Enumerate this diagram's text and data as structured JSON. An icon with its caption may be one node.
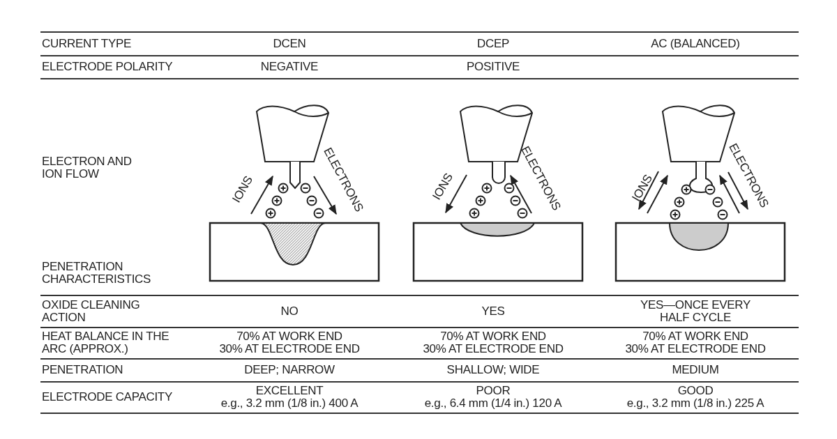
{
  "diagram": {
    "labels": [
      "CURRENT TYPE",
      "DCEN",
      "DCEP",
      "AC (BALANCED)",
      "ELECTRODE POLARITY",
      "NEGATIVE",
      "POSITIVE",
      "ELECTRON AND ION FLOW",
      "IONS",
      "ELECTRONS",
      "IONS",
      "ELECTRONS",
      "IONS",
      "ELECTRONS",
      "PENETRATION CHARACTERISTICS",
      "OXIDE CLEANING ACTION",
      "NO",
      "YES",
      "YES—ONCE EVERY HALF CYCLE",
      "HEAT BALANCE IN THE ARC (APPROX.)",
      "70% AT WORK END",
      "30% AT ELECTRODE END",
      "70% AT WORK END",
      "30% AT ELECTRODE END",
      "70% AT WORK END",
      "30% AT ELECTRODE END",
      "PENETRATION",
      "DEEP; NARROW",
      "SHALLOW; WIDE",
      "MEDIUM",
      "ELECTRODE CAPACITY",
      "EXCELLENT",
      "e.g., 3.2 mm (1/8 in.) 400 A",
      "POOR",
      "e.g., 6.4 mm (1/4 in.) 120 A",
      "GOOD",
      "e.g., 3.2 mm (1/8 in.) 225 A"
    ]
  }
}
